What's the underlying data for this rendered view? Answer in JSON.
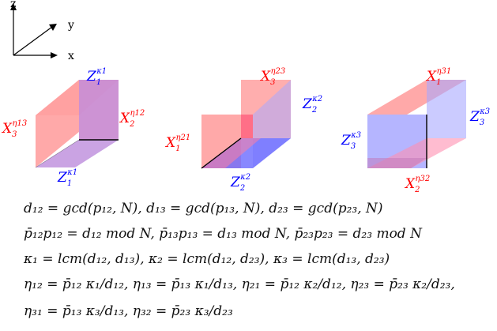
{
  "axes": {
    "z": "z",
    "y": "y",
    "x": "x"
  },
  "colors": {
    "red_label": "#ff0000",
    "blue_label": "#0000ff",
    "pink_face": "#ff9a9a",
    "blue_face": "#8f8fff",
    "overlap_face": "#c276b8"
  },
  "box1": {
    "labels": [
      {
        "base": "Z",
        "sub": "1",
        "sup": "κ1",
        "color": "blue"
      },
      {
        "base": "X",
        "sub": "3",
        "sup": "η13",
        "color": "red"
      },
      {
        "base": "X",
        "sub": "2",
        "sup": "η12",
        "color": "red"
      },
      {
        "base": "Z",
        "sub": "1",
        "sup": "κ1",
        "color": "blue"
      }
    ]
  },
  "box2": {
    "labels": [
      {
        "base": "X",
        "sub": "3",
        "sup": "η23",
        "color": "red"
      },
      {
        "base": "Z",
        "sub": "2",
        "sup": "κ2",
        "color": "blue"
      },
      {
        "base": "X",
        "sub": "1",
        "sup": "η21",
        "color": "red"
      },
      {
        "base": "Z",
        "sub": "2",
        "sup": "κ2",
        "color": "blue"
      }
    ]
  },
  "box3": {
    "labels": [
      {
        "base": "X",
        "sub": "1",
        "sup": "η31",
        "color": "red"
      },
      {
        "base": "Z",
        "sub": "3",
        "sup": "κ3",
        "color": "blue"
      },
      {
        "base": "Z",
        "sub": "3",
        "sup": "κ3",
        "color": "blue"
      },
      {
        "base": "X",
        "sub": "2",
        "sup": "η32",
        "color": "red"
      }
    ]
  },
  "equations": [
    "d₁₂ = gcd(p₁₂, N), d₁₃ = gcd(p₁₃, N), d₂₃ = gcd(p₂₃, N)",
    "p̄₁₂p₁₂ = d₁₂ mod N, p̄₁₃p₁₃ = d₁₃ mod N, p̄₂₃p₂₃ = d₂₃ mod N",
    "κ₁ = lcm(d₁₂, d₁₃), κ₂ = lcm(d₁₂, d₂₃), κ₃ = lcm(d₁₃, d₂₃)",
    "η₁₂ = p̄₁₂ κ₁/d₁₂, η₁₃ = p̄₁₃ κ₁/d₁₃, η₂₁ = p̄₁₂ κ₂/d₁₂, η₂₃ = p̄₂₃ κ₂/d₂₃,",
    "η₃₁ = p̄₁₃ κ₃/d₁₃, η₃₂ = p̄₂₃ κ₃/d₂₃"
  ]
}
